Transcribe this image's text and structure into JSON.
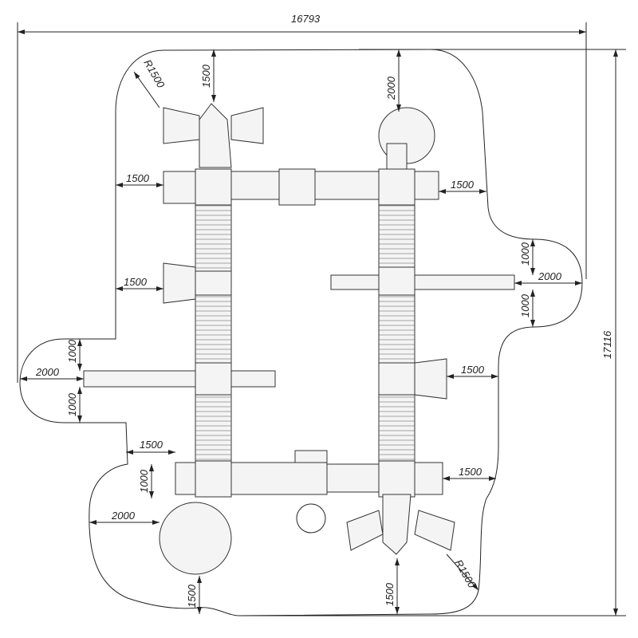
{
  "overall": {
    "width": "16793",
    "height": "17116"
  },
  "radius_labels": [
    "R1500",
    "R1500"
  ],
  "clearances": {
    "top_left_vertical": "1500",
    "top_right_vertical": "2000",
    "left_top": "1500",
    "right_top": "1500",
    "right_upper_1000_a": "1000",
    "right_upper_2000": "2000",
    "right_upper_1000_b": "1000",
    "left_upper": "1500",
    "left_mid_1000_a": "1000",
    "left_mid_2000": "2000",
    "left_mid_1000_b": "1000",
    "right_mid": "1500",
    "left_lower": "1500",
    "right_lower": "1500",
    "left_bottom_1000": "1000",
    "left_bottom_2000": "2000",
    "bottom_left_vertical": "1500",
    "bottom_right_vertical": "1500"
  }
}
